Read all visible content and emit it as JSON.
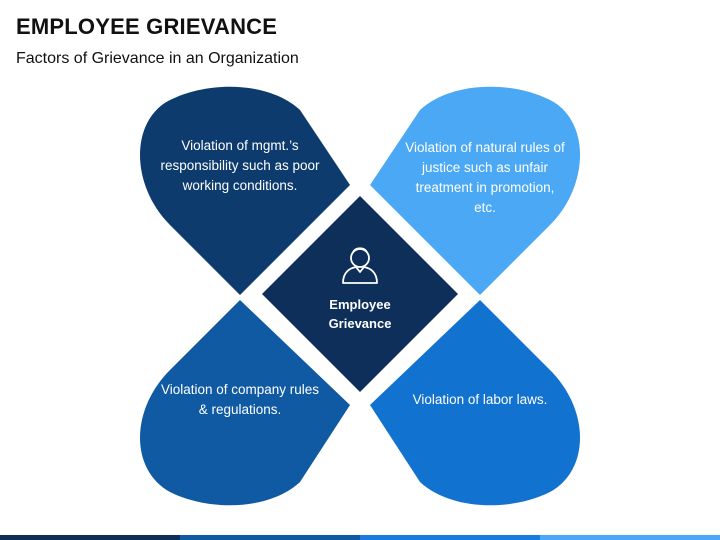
{
  "header": {
    "title": "EMPLOYEE GRIEVANCE",
    "subtitle": "Factors of Grievance in an Organization"
  },
  "center": {
    "label_line1": "Employee",
    "label_line2": "Grievance",
    "icon": "person-icon",
    "color": "#0d2f5a"
  },
  "petals": [
    {
      "position": "top-left",
      "text": "Violation of mgmt.’s responsibility such as poor working conditions.",
      "color": "#0d3b6e"
    },
    {
      "position": "top-right",
      "text": "Violation of natural rules of justice such as unfair treatment in promotion, etc.",
      "color": "#4aa8f5"
    },
    {
      "position": "bottom-left",
      "text": "Violation of company rules & regulations.",
      "color": "#0f5aa3"
    },
    {
      "position": "bottom-right",
      "text": "Violation of labor laws.",
      "color": "#1272cf"
    }
  ],
  "bottom_bar_colors": [
    "#0d2f5a",
    "#0f5aa3",
    "#1a7ae0",
    "#4aa8f5"
  ]
}
